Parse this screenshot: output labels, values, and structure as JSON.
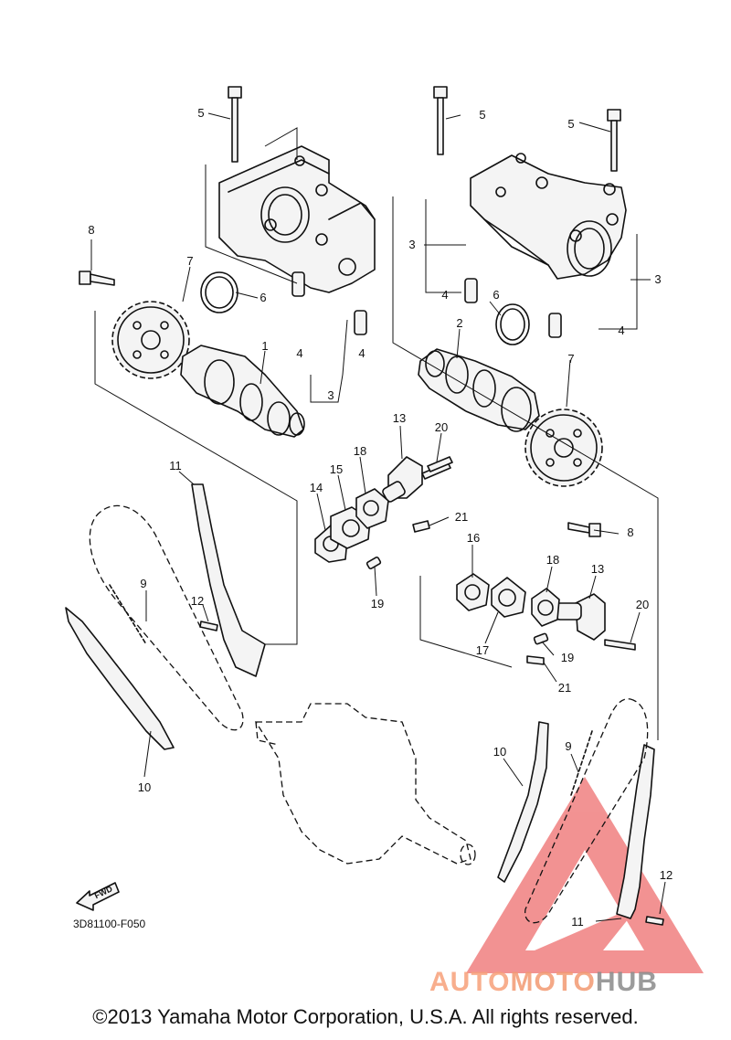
{
  "diagram": {
    "part_numbers": {
      "p1": "1",
      "p2": "2",
      "p3": "3",
      "p4": "4",
      "p5": "5",
      "p6": "6",
      "p7": "7",
      "p8": "8",
      "p9": "9",
      "p10": "10",
      "p11": "11",
      "p12": "12",
      "p13": "13",
      "p14": "14",
      "p15": "15",
      "p16": "16",
      "p17": "17",
      "p18": "18",
      "p19": "19",
      "p20": "20",
      "p21": "21"
    },
    "diagram_code": "3D81100-F050",
    "fwd_label": "FWD"
  },
  "watermark": {
    "text_part1": "AUTO",
    "text_part2": "MOTO",
    "text_part3": "HUB",
    "color_primary": "#f7a07a",
    "color_secondary": "#8a8a8a",
    "triangle_color": "#e83a3a"
  },
  "footer": {
    "copyright": "©2013 Yamaha Motor Corporation, U.S.A. All rights reserved."
  }
}
